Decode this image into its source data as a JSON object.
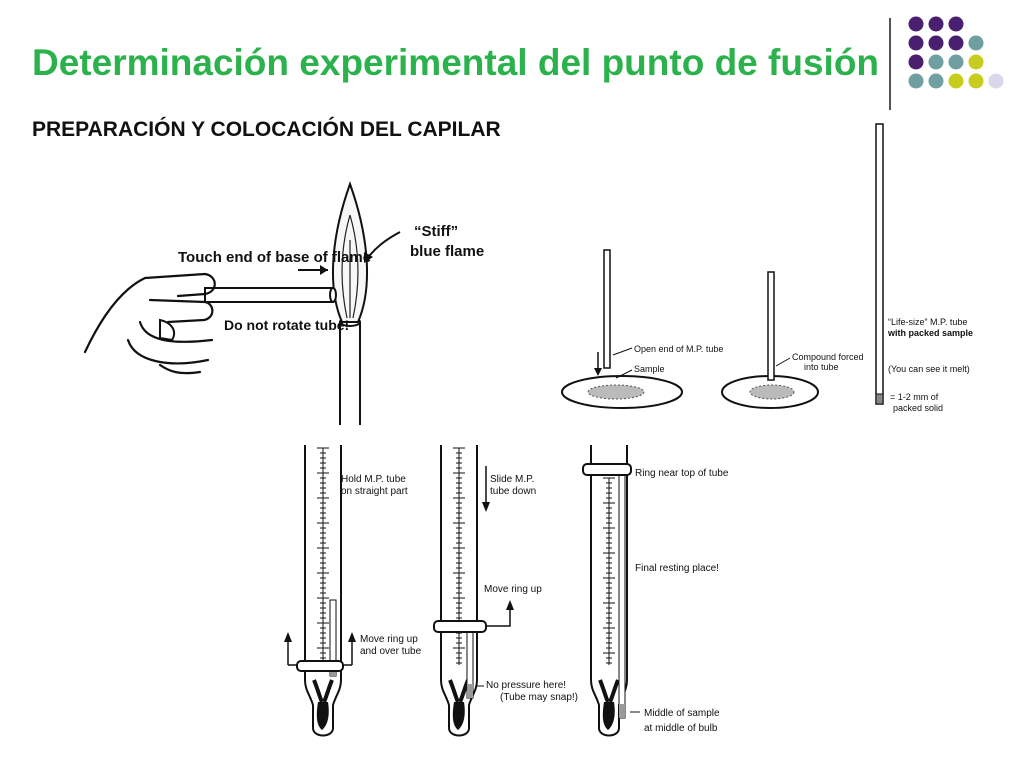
{
  "title": "Determinación experimental del punto de fusión",
  "subtitle": "PREPARACIÓN Y COLOCACIÓN DEL CAPILAR",
  "colors": {
    "title": "#2bb24c",
    "purple": "#4b1f6f",
    "teal": "#6f9fa0",
    "lime": "#c8cc1e",
    "lavender": "#d8d8ea"
  },
  "dot_grid": [
    [
      "purple",
      "purple",
      "purple"
    ],
    [
      "purple",
      "purple",
      "purple",
      "teal"
    ],
    [
      "purple",
      "teal",
      "teal",
      "lime"
    ],
    [
      "teal",
      "teal",
      "lime",
      "lime",
      "lavender"
    ]
  ],
  "flame": {
    "touch_label": "Touch end of base of flame",
    "stiff_label_1": "“Stiff”",
    "stiff_label_2": "blue flame",
    "rotate_label": "Do not rotate tube!"
  },
  "loading": {
    "open_end_label": "Open end of M.P. tube",
    "sample_label": "Sample",
    "compound_label_1": "Compound forced",
    "compound_label_2": "into tube",
    "life_size_1": "“Life-size” M.P. tube",
    "life_size_2": "with packed sample",
    "see_melt": "(You can see it melt)",
    "packed_1": "= 1-2 mm of",
    "packed_2": "packed solid"
  },
  "thermometer": {
    "hold_1": "Hold M.P. tube",
    "hold_2": "on straight part",
    "move_over_1": "Move ring up",
    "move_over_2": "and over tube",
    "slide_1": "Slide M.P.",
    "slide_2": "tube down",
    "move_up": "Move ring up",
    "no_pressure": "No pressure here!",
    "may_snap": "(Tube may snap!)",
    "ring_top": "Ring near top of tube",
    "final_rest": "Final resting place!",
    "middle_1": "Middle of sample",
    "middle_2": "at middle of bulb"
  }
}
